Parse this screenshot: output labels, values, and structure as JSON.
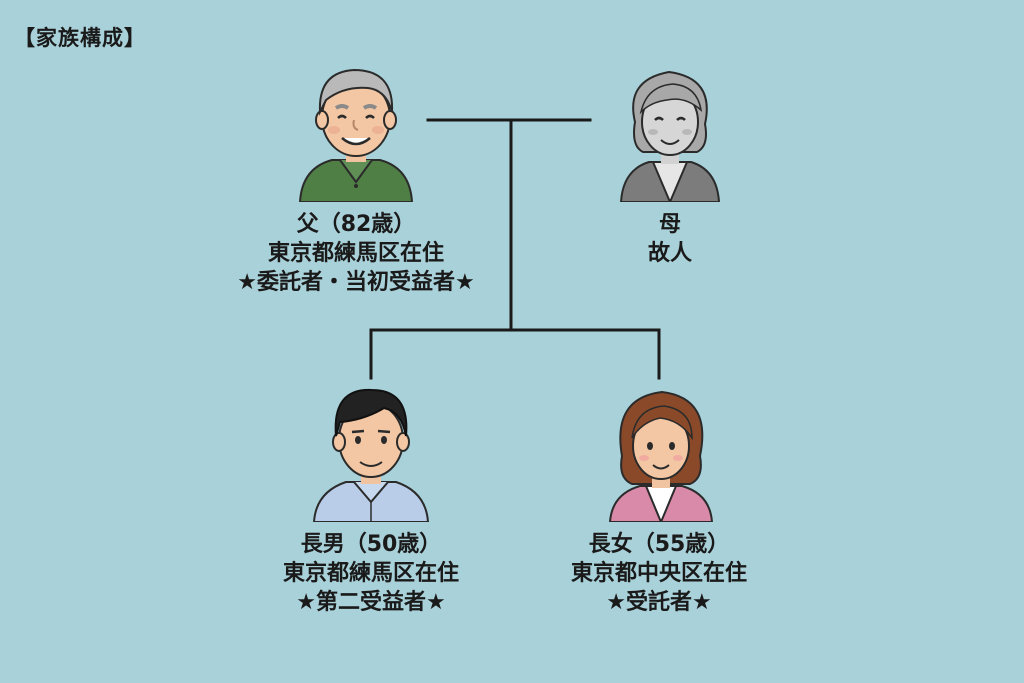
{
  "title": "【家族構成】",
  "members": {
    "father": {
      "line1": "父（82歳）",
      "line2": "東京都練馬区在住",
      "line3": "★委託者・当初受益者★",
      "avatar_icon": "elderly-man-avatar-icon"
    },
    "mother": {
      "line1": "母",
      "line2": "故人",
      "avatar_icon": "elderly-woman-avatar-icon"
    },
    "son": {
      "line1": "長男（50歳）",
      "line2": "東京都練馬区在住",
      "line3": "★第二受益者★",
      "avatar_icon": "man-avatar-icon"
    },
    "daughter": {
      "line1": "長女（55歳）",
      "line2": "東京都中央区在住",
      "line3": "★受託者★",
      "avatar_icon": "woman-avatar-icon"
    }
  },
  "colors": {
    "background": "#a9d1d9",
    "line": "#1a1a1a",
    "father_shirt": "#4f7f45",
    "son_shirt": "#b9cde8",
    "daughter_jacket": "#d98aa8",
    "mother_grayscale": "#9a9a9a"
  }
}
